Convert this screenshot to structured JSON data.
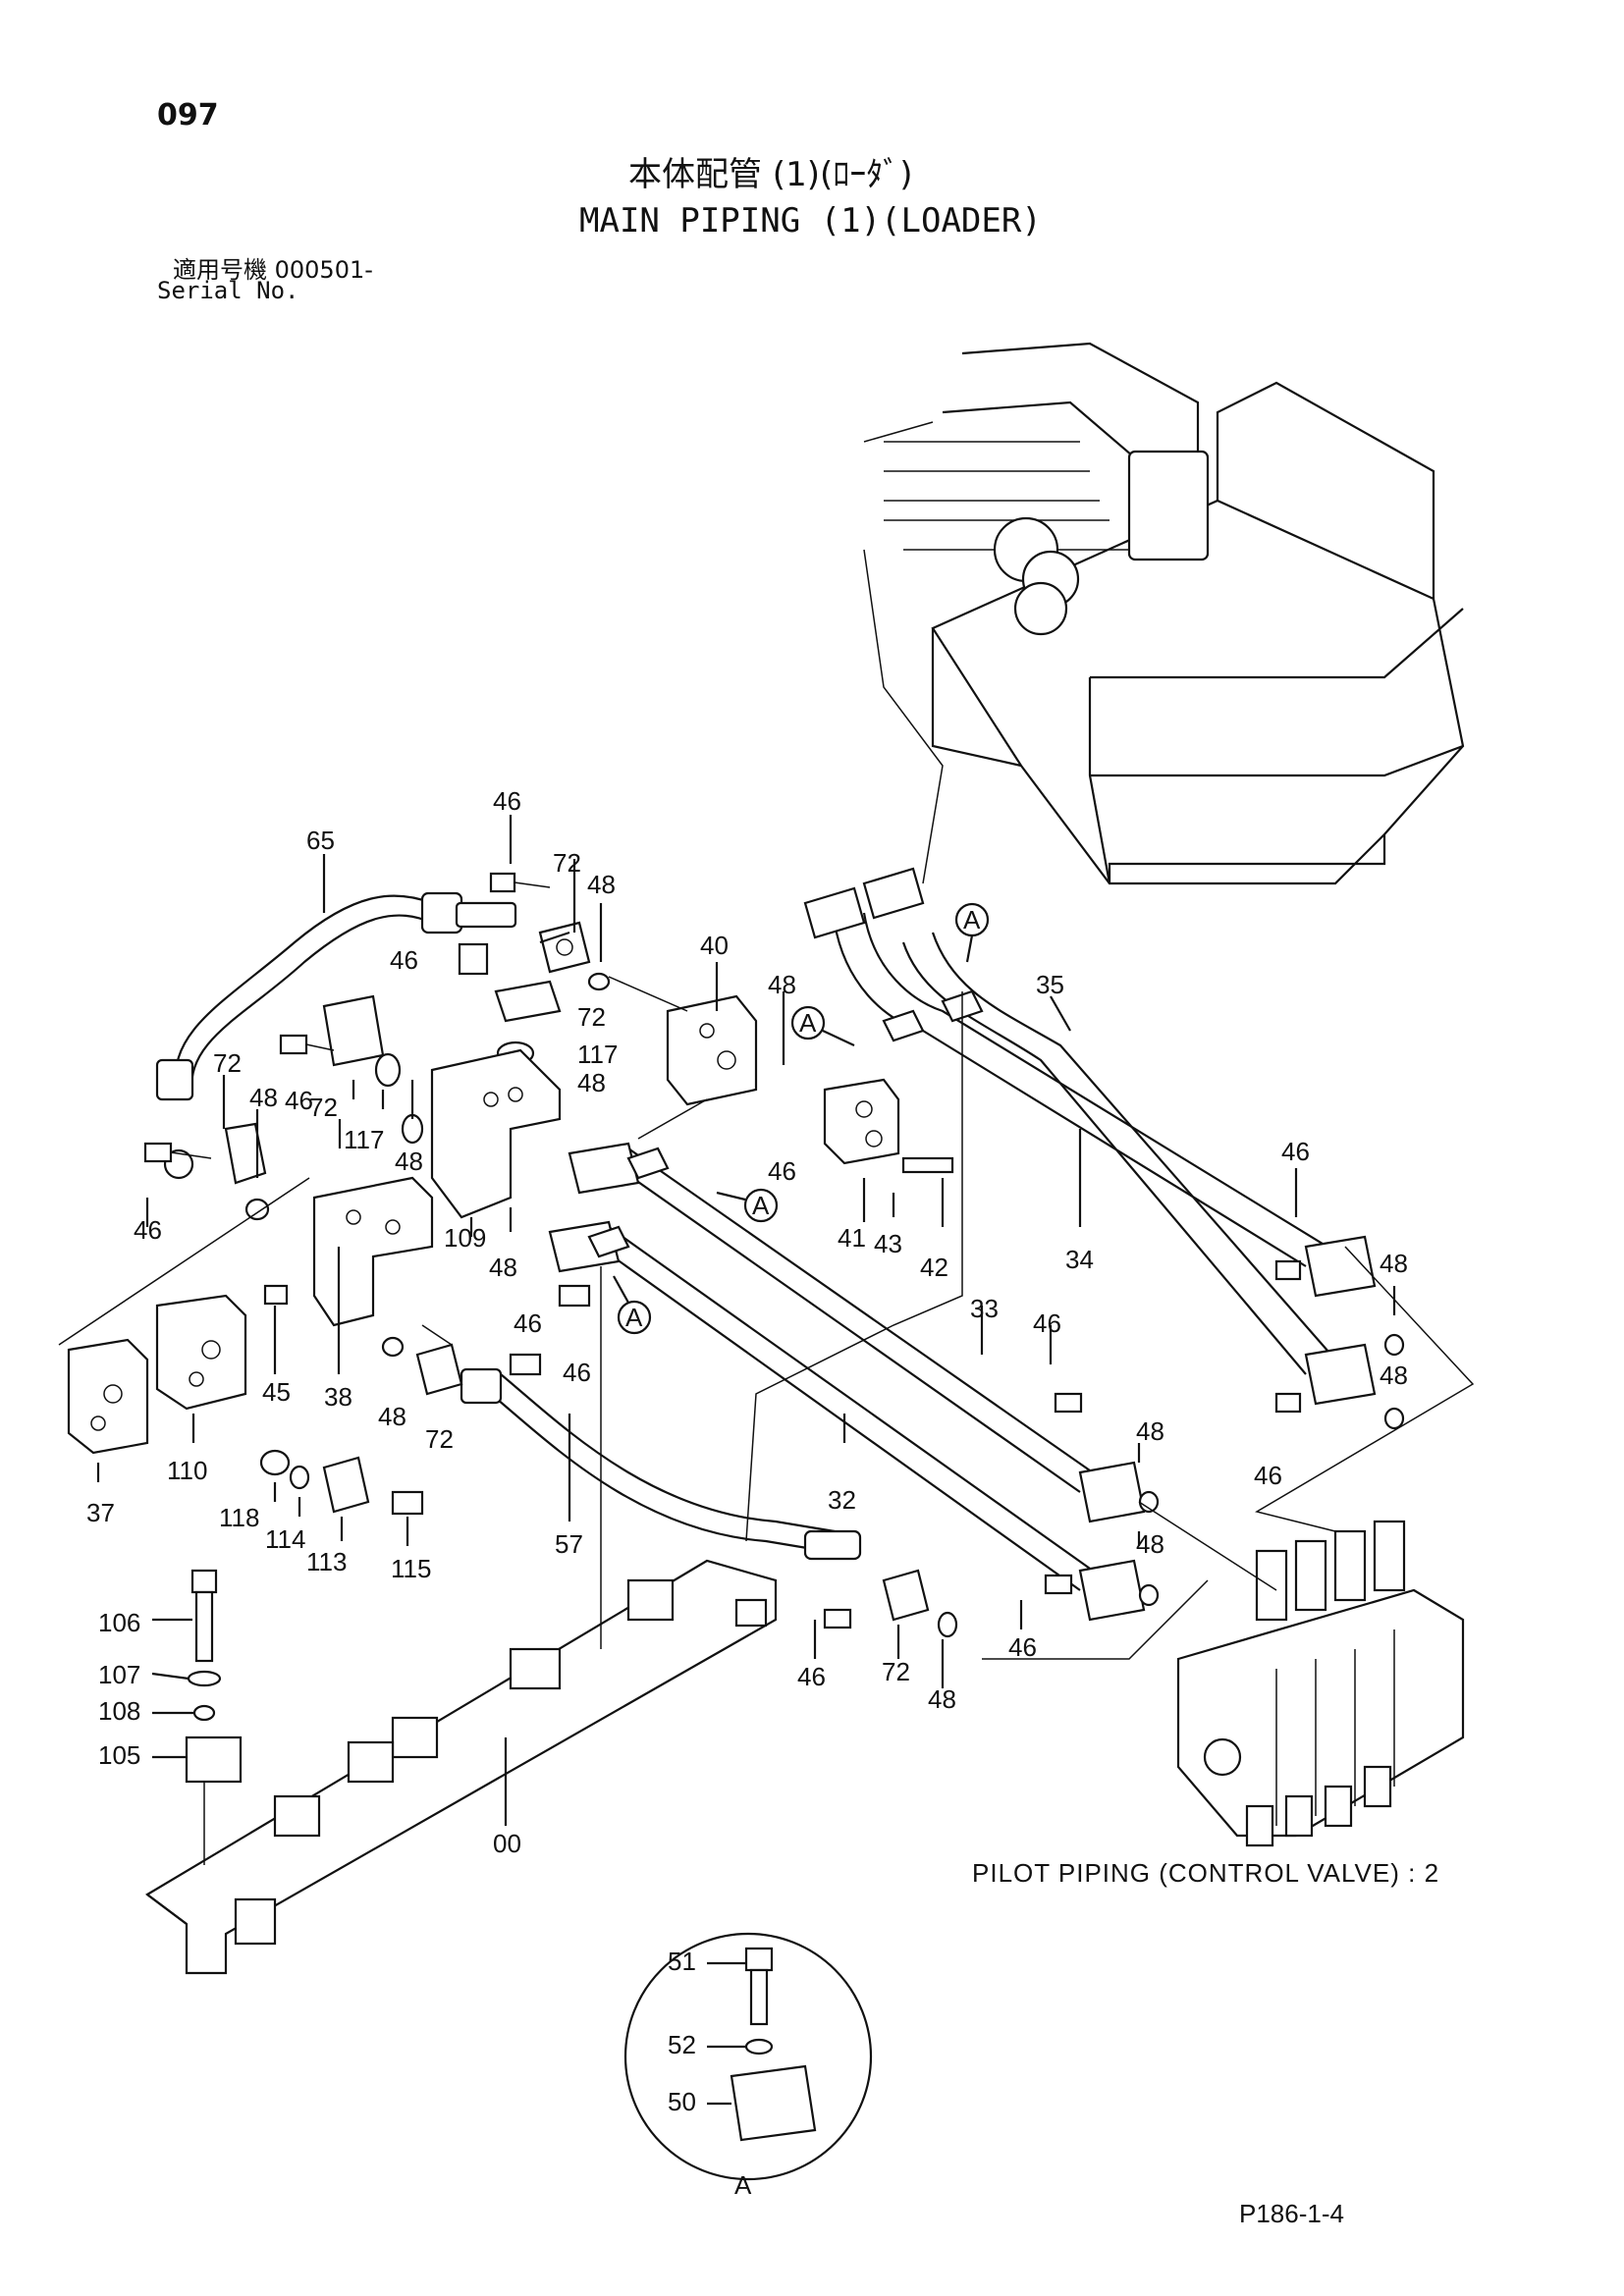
{
  "header": {
    "page_number": "097",
    "title_jp": "本体配管 (1)(ﾛｰﾀﾞ)",
    "title_en": "MAIN PIPING (1)(LOADER)",
    "serial_label_jp": "適用号機 000501-",
    "serial_label_en": "Serial No."
  },
  "notes": {
    "pilot_piping": "PILOT PIPING (CONTROL VALVE) : 2",
    "figure_code": "P186-1-4"
  },
  "part_labels": {
    "p65": "65",
    "p46a": "46",
    "p72a": "72",
    "p48a": "48",
    "p46b": "46",
    "p72b": "72",
    "p117a": "117",
    "p48b": "48",
    "p40": "40",
    "p48c": "48",
    "p35": "35",
    "p72c": "72",
    "p48d": "48",
    "p46c": "46",
    "p46d": "46",
    "p72d": "72",
    "p117b": "117",
    "p48e": "48",
    "p109": "109",
    "p48f": "48",
    "p46e": "46",
    "p41": "41",
    "p43": "43",
    "p42": "42",
    "p34": "34",
    "p46f": "46",
    "p48g": "48",
    "p45": "45",
    "p38": "38",
    "p110": "110",
    "p37": "37",
    "p46g": "46",
    "p46h": "46",
    "p48h": "48",
    "p72e": "72",
    "p33": "33",
    "p46i": "46",
    "p48i": "48",
    "p46j": "46",
    "p32": "32",
    "p118": "118",
    "p114": "114",
    "p113": "113",
    "p115": "115",
    "p57": "57",
    "p48j": "48",
    "p48k": "48",
    "p46k": "46",
    "p106": "106",
    "p107": "107",
    "p108": "108",
    "p105": "105",
    "p46l": "46",
    "p72f": "72",
    "p48l": "48",
    "p00": "00",
    "p51": "51",
    "p52": "52",
    "p50": "50",
    "A1": "A",
    "A2": "A",
    "A3": "A",
    "A4": "A",
    "A5": "A"
  }
}
